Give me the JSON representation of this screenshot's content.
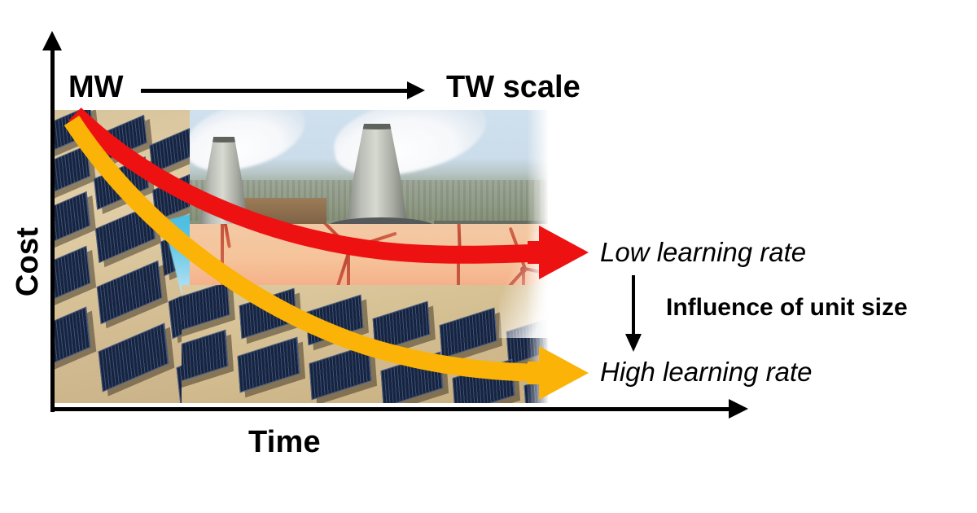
{
  "figure": {
    "kind": "conceptual-learning-curve-diagram",
    "background_color": "#ffffff"
  },
  "axes": {
    "y_label": "Cost",
    "x_label": "Time",
    "axis_color": "#000000"
  },
  "scale_annotation": {
    "from_label": "MW",
    "to_label": "TW scale",
    "arrow_direction": "right",
    "arrow_color": "#000000"
  },
  "curves": [
    {
      "id": "low-learning-rate",
      "label": "Low learning rate",
      "color": "#ee1111",
      "style": "italic",
      "arrow_head": "right",
      "description": "shallower declining cost curve ending higher"
    },
    {
      "id": "high-learning-rate",
      "label": "High learning rate",
      "color": "#fbb307",
      "style": "italic",
      "arrow_head": "right",
      "description": "steeper declining cost curve ending lower"
    }
  ],
  "influence_annotation": {
    "label": "Influence of unit size",
    "arrow_direction": "down",
    "arrow_color": "#000000"
  },
  "collage": {
    "caption_alt": "photo collage of solar panel field, nuclear cooling towers and wind turbines",
    "photos": [
      {
        "name": "solar-farm-photo",
        "subject": "tilted photovoltaic panels in desert"
      },
      {
        "name": "nuclear-plant-photo",
        "subject": "two cooling towers with steam over a city"
      },
      {
        "name": "wind-turbines-photo",
        "subject": "wind turbines against orange sunset sky"
      }
    ]
  },
  "chart_data": {
    "type": "line",
    "title": "",
    "xlabel": "Time",
    "ylabel": "Cost",
    "grid": false,
    "legend_position": "right-inline",
    "annotations": [
      "MW",
      "TW scale",
      "Influence of unit size"
    ],
    "series": [
      {
        "name": "Low learning rate",
        "color": "#ee1111",
        "x": [
          0,
          0.15,
          0.35,
          0.55,
          0.75,
          1.0
        ],
        "y": [
          1.0,
          0.82,
          0.63,
          0.5,
          0.44,
          0.42
        ]
      },
      {
        "name": "High learning rate",
        "color": "#fbb307",
        "x": [
          0,
          0.15,
          0.35,
          0.55,
          0.75,
          1.0
        ],
        "y": [
          0.95,
          0.7,
          0.46,
          0.3,
          0.22,
          0.19
        ]
      }
    ],
    "xlim": [
      0,
      1
    ],
    "ylim": [
      0,
      1
    ]
  }
}
